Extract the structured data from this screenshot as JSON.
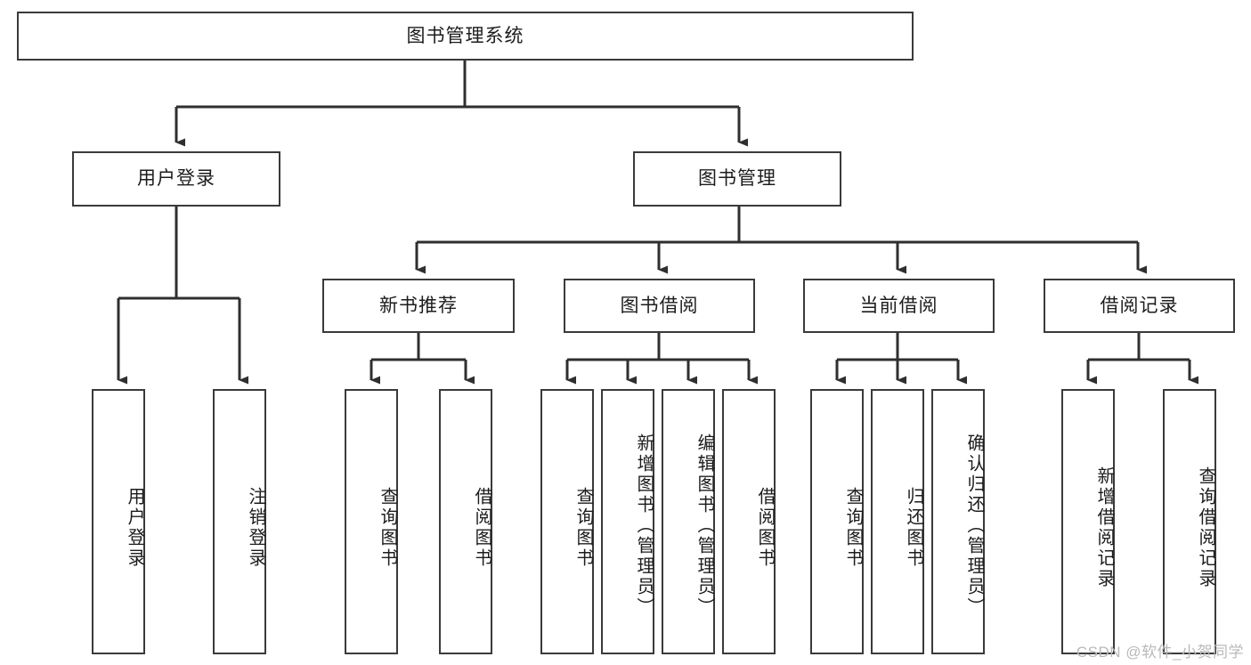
{
  "diagram": {
    "title": "图书管理系统",
    "type": "tree-hierarchy-chart",
    "root": {
      "id": "root",
      "label": "图书管理系统"
    },
    "level2": [
      {
        "id": "user-login",
        "label": "用户登录"
      },
      {
        "id": "book-management",
        "label": "图书管理"
      }
    ],
    "level3": [
      {
        "id": "new-book-recommend",
        "label": "新书推荐",
        "parent": "book-management"
      },
      {
        "id": "book-borrow",
        "label": "图书借阅",
        "parent": "book-management"
      },
      {
        "id": "current-borrow",
        "label": "当前借阅",
        "parent": "book-management"
      },
      {
        "id": "borrow-record",
        "label": "借阅记录",
        "parent": "book-management"
      }
    ],
    "leaves": [
      {
        "id": "leaf-user-login",
        "label": "用户登录",
        "parent": "user-login"
      },
      {
        "id": "leaf-logout-login",
        "label": "注销登录",
        "parent": "user-login"
      },
      {
        "id": "leaf-query-book-1",
        "label": "查询图书",
        "parent": "new-book-recommend"
      },
      {
        "id": "leaf-borrow-book-1",
        "label": "借阅图书",
        "parent": "new-book-recommend"
      },
      {
        "id": "leaf-query-book-2",
        "label": "查询图书",
        "parent": "book-borrow"
      },
      {
        "id": "leaf-add-book",
        "label": "新增图书（管理员）",
        "parent": "book-borrow"
      },
      {
        "id": "leaf-edit-book",
        "label": "编辑图书（管理员）",
        "parent": "book-borrow"
      },
      {
        "id": "leaf-borrow-book-2",
        "label": "借阅图书",
        "parent": "book-borrow"
      },
      {
        "id": "leaf-query-book-3",
        "label": "查询图书",
        "parent": "current-borrow"
      },
      {
        "id": "leaf-return-book",
        "label": "归还图书",
        "parent": "current-borrow"
      },
      {
        "id": "leaf-confirm-return",
        "label": "确认归还（管理员）",
        "parent": "current-borrow"
      },
      {
        "id": "leaf-add-record",
        "label": "新增借阅记录",
        "parent": "borrow-record"
      },
      {
        "id": "leaf-query-record",
        "label": "查询借阅记录",
        "parent": "borrow-record"
      }
    ]
  },
  "watermark": {
    "text": "CSDN @软件_小贺同学"
  },
  "colors": {
    "border": "#3a3a3a",
    "text": "#1c1c1c",
    "background": "#ffffff",
    "watermark": "#b9b9b9"
  }
}
